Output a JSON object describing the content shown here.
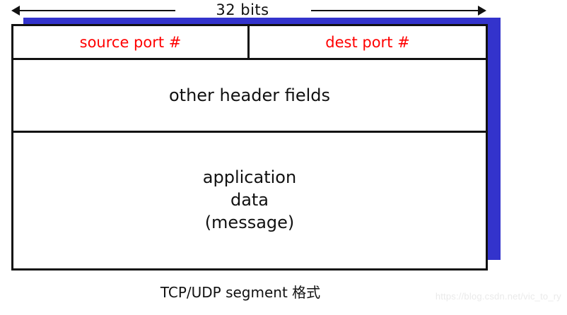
{
  "ruler": {
    "label": "32 bits",
    "arrow_left_icon": "arrow-left-icon",
    "arrow_right_icon": "arrow-right-icon"
  },
  "segment": {
    "shadow_color": "#3333CC",
    "border_color": "#111111",
    "field_color_red": "#FF0000",
    "field_color_black": "#111111",
    "rows": [
      {
        "name": "ports",
        "cells": [
          {
            "name": "source-port",
            "label": "source port #"
          },
          {
            "name": "dest-port",
            "label": "dest port #"
          }
        ]
      },
      {
        "name": "other-header",
        "cells": [
          {
            "name": "other-header-fields",
            "label": "other header fields"
          }
        ]
      },
      {
        "name": "application-data",
        "cells": [
          {
            "name": "application-data",
            "lines": [
              "application",
              "data",
              "(message)"
            ]
          }
        ]
      }
    ]
  },
  "caption": "TCP/UDP segment 格式",
  "watermark": "https://blog.csdn.net/vic_to_ry"
}
